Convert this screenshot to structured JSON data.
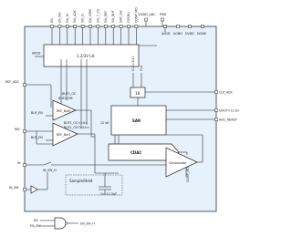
{
  "top_pins": [
    "EN",
    "EN_SW",
    "SW_M",
    "SW_ADC",
    "SW_I1",
    "SW_ORM",
    "SW_T_CS",
    "SW_REF",
    "SW_BUF",
    "SAR_SW",
    "CSRDU",
    "COMP_MD"
  ],
  "supply_pins": [
    "DVDD_ADC",
    "PDN",
    "AVDD",
    "AGND",
    "DVDD",
    "DGND"
  ],
  "ls_label": "1.2/3V LH",
  "avdd_label": "AVDD",
  "left_inputs": [
    "REF_ADC",
    "BUF_EN",
    "REF",
    "BUF_EN",
    "IN",
    "IN_SW"
  ],
  "en_inputs": [
    "EN",
    "EN_SW"
  ],
  "en_output": "EN_SW_H",
  "buf1": {
    "name": "REF_Buf0",
    "ctrl_top": "BUF2_OC",
    "ctrl_bot": "BUF2_RM"
  },
  "buf2": {
    "name": "REF_Buf1",
    "ctrl_top": "BUF1_OC<1:0>",
    "ctrl_bot": "BUF1_OUT<4:0>"
  },
  "clkdiv": {
    "label": "18",
    "top1": "CLK<3:0>",
    "top2": "CLK"
  },
  "sar_label": "SAR",
  "cdac_label": "CDAC",
  "comparator_label": "Comparator",
  "comp_ctrl": "COMP_MD",
  "bits_label": "12 bit",
  "sh_label": "Sample/Hold",
  "cap_label": "Cs=12.5pF",
  "sw_label": "IN_SW_H",
  "outputs": [
    "CLK_ADC",
    "DOUT<11:0>",
    "ADC_READY"
  ]
}
